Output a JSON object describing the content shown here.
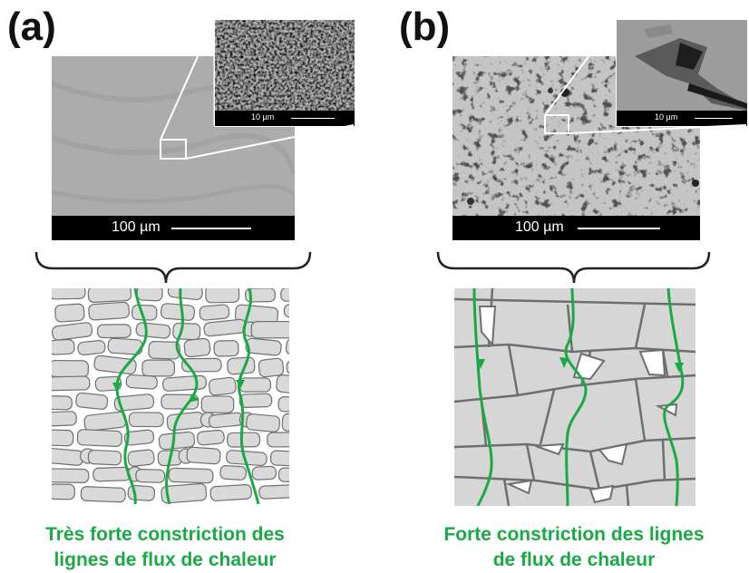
{
  "panels": [
    {
      "label": "(a)",
      "scale_main": "100 µm",
      "scale_inset": "10 µm",
      "caption_line1": "Très forte constriction des",
      "caption_line2": "lignes de flux de chaleur"
    },
    {
      "label": "(b)",
      "scale_main": "100 µm",
      "scale_inset": "10 µm",
      "caption_line1": "Forte constriction des lignes",
      "caption_line2": "de flux de chaleur"
    }
  ],
  "colors": {
    "flux_line": "#1aaa45",
    "grain_fill": "#d9d9d9",
    "grain_edge": "#707070",
    "micro_a": "#a8a8a8",
    "micro_b": "#c4c4c4"
  }
}
